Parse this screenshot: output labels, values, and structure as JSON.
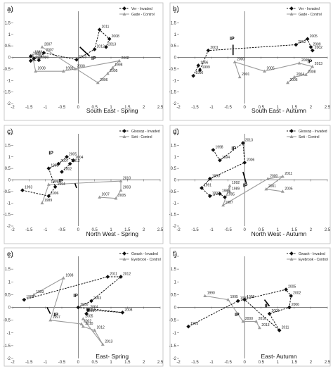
{
  "colors": {
    "invaded": "#111111",
    "control": "#9a9a9a",
    "frame": "#bbbbbb",
    "axis": "#555555"
  },
  "chart_data": [
    {
      "type": "scatter",
      "panel": "a)",
      "caption": "South East - Spring",
      "xlim": [
        -2,
        2.5
      ],
      "ylim": [
        -2,
        2
      ],
      "xticks": [
        "-2",
        "-1.5",
        "-1",
        "-0.5",
        "0",
        "0.5",
        "1",
        "1.5",
        "2",
        "2.5"
      ],
      "yticks": [
        "2",
        "1.5",
        "1",
        "0.5",
        "0",
        "-0.5",
        "-1",
        "-1.5",
        "-2"
      ],
      "series": [
        {
          "name": "Ver - Invaded",
          "style": "invaded",
          "points": [
            {
              "year": "1989",
              "x": -1.45,
              "y": 0.05
            },
            {
              "year": "1991",
              "x": -1.35,
              "y": -0.05
            },
            {
              "year": "1998",
              "x": -1.45,
              "y": -0.15
            },
            {
              "year": "1990",
              "x": -1.2,
              "y": -0.12
            },
            {
              "year": "2007",
              "x": -1.05,
              "y": 0.2
            },
            {
              "year": "2003",
              "x": -0.05,
              "y": -0.1
            },
            {
              "year": "2012",
              "x": 0.5,
              "y": 0.35
            },
            {
              "year": "2011",
              "x": 0.65,
              "y": 1.2
            },
            {
              "year": "2008",
              "x": 0.95,
              "y": 0.8
            },
            {
              "year": "2013",
              "x": 0.85,
              "y": 0.45
            }
          ]
        },
        {
          "name": "Gade - Control",
          "style": "control",
          "points": [
            {
              "year": "1989",
              "x": -1.4,
              "y": 0.1
            },
            {
              "year": "2008",
              "x": -1.3,
              "y": -0.6
            },
            {
              "year": "1999",
              "x": -0.45,
              "y": -0.6
            },
            {
              "year": "2000",
              "x": -0.1,
              "y": -0.5
            },
            {
              "year": "2002",
              "x": 1.25,
              "y": -0.15
            },
            {
              "year": "1998",
              "x": 1.05,
              "y": -0.45
            },
            {
              "year": "2005",
              "x": 0.9,
              "y": -0.7
            },
            {
              "year": "2006",
              "x": 0.6,
              "y": -1.1
            },
            {
              "year": "2007",
              "x": -1.1,
              "y": 0.45
            }
          ]
        }
      ],
      "ip": [
        {
          "text": "IP",
          "x": 0.4,
          "y": -0.1
        }
      ],
      "ip_bar": [
        0.05,
        0.45,
        0.35,
        0.05
      ]
    },
    {
      "type": "scatter",
      "panel": "b)",
      "caption": "South East - Autumn",
      "xlim": [
        -2,
        2.5
      ],
      "ylim": [
        -2,
        2
      ],
      "xticks": [
        "-2",
        "-1.5",
        "-1",
        "-0.5",
        "0",
        "0.5",
        "1",
        "1.5",
        "2",
        "2.5"
      ],
      "yticks": [
        "2",
        "1.5",
        "1",
        "0.5",
        "0",
        "-0.5",
        "-1",
        "-1.5",
        "-2"
      ],
      "series": [
        {
          "name": "Ver - Invaded",
          "style": "invaded",
          "points": [
            {
              "year": "1990",
              "x": -1.55,
              "y": -0.8
            },
            {
              "year": "1996",
              "x": -1.4,
              "y": -0.35
            },
            {
              "year": "1999",
              "x": -1.35,
              "y": -0.55
            },
            {
              "year": "2001",
              "x": -1.1,
              "y": 0.3
            },
            {
              "year": "2012",
              "x": 1.55,
              "y": 0.55
            },
            {
              "year": "2005",
              "x": 1.9,
              "y": 0.8
            },
            {
              "year": "2009",
              "x": 2.0,
              "y": 0.45
            },
            {
              "year": "2002",
              "x": 2.05,
              "y": 0.3
            }
          ]
        },
        {
          "name": "Gade - Control",
          "style": "control",
          "points": [
            {
              "year": "2001",
              "x": -0.15,
              "y": -0.85
            },
            {
              "year": "2000",
              "x": -0.3,
              "y": -0.2
            },
            {
              "year": "2005",
              "x": 0.6,
              "y": -0.6
            },
            {
              "year": "2009",
              "x": 1.65,
              "y": -0.25
            },
            {
              "year": "2013",
              "x": 2.05,
              "y": -0.4
            },
            {
              "year": "2008",
              "x": 1.85,
              "y": -0.75
            },
            {
              "year": "2004",
              "x": 1.5,
              "y": -0.85
            },
            {
              "year": "2006",
              "x": 1.3,
              "y": -1.1
            }
          ]
        }
      ],
      "ip": [
        {
          "text": "IP",
          "x": -0.45,
          "y": 0.75
        },
        {
          "text": "IP",
          "x": 1.9,
          "y": -0.25
        }
      ],
      "ip_bar": [
        -0.35,
        0.55,
        -0.35,
        0.1
      ]
    },
    {
      "type": "scatter",
      "panel": "c)",
      "caption": "North West - Spring",
      "xlim": [
        -2,
        2.5
      ],
      "ylim": [
        -2,
        2
      ],
      "xticks": [
        "-2",
        "-1.5",
        "-1",
        "-0.5",
        "0",
        "0.5",
        "1",
        "1.5",
        "2",
        "2.5"
      ],
      "yticks": [
        "2",
        "1.5",
        "1",
        "0.5",
        "0",
        "-0.5",
        "-1",
        "-1.5",
        "-2"
      ],
      "series": [
        {
          "name": "Glossop - Invaded",
          "style": "invaded",
          "points": [
            {
              "year": "1993",
              "x": -1.7,
              "y": -0.45
            },
            {
              "year": "1996",
              "x": -0.9,
              "y": -0.7
            },
            {
              "year": "1994",
              "x": -0.7,
              "y": -0.3
            },
            {
              "year": "1998",
              "x": -0.9,
              "y": 0.5
            },
            {
              "year": "2007",
              "x": -0.6,
              "y": 0.7
            },
            {
              "year": "2005",
              "x": -0.35,
              "y": 1.0
            },
            {
              "year": "2004",
              "x": -0.15,
              "y": 0.85
            },
            {
              "year": "2012",
              "x": -0.25,
              "y": 0.7
            },
            {
              "year": "2002",
              "x": -0.5,
              "y": 0.35
            }
          ]
        },
        {
          "name": "Sett - Control",
          "style": "control",
          "points": [
            {
              "year": "1989",
              "x": -1.1,
              "y": -1.0
            },
            {
              "year": "1999",
              "x": -0.9,
              "y": -0.2
            },
            {
              "year": "2010",
              "x": 1.3,
              "y": -0.05
            },
            {
              "year": "2003",
              "x": 1.3,
              "y": -0.45
            },
            {
              "year": "2005",
              "x": 1.15,
              "y": -0.8
            },
            {
              "year": "2007",
              "x": 0.65,
              "y": -0.75
            }
          ]
        }
      ],
      "ip": [
        {
          "text": "IP",
          "x": -0.9,
          "y": 1.1
        },
        {
          "text": "IP",
          "x": -0.6,
          "y": -0.1
        }
      ],
      "ip_bar": [
        -0.05,
        -0.35,
        -0.1,
        -0.15
      ]
    },
    {
      "type": "scatter",
      "panel": "d)",
      "caption": "North West - Autumn",
      "xlim": [
        -2,
        2.5
      ],
      "ylim": [
        -2,
        2
      ],
      "xticks": [
        "-2",
        "-1.5",
        "-1",
        "-0.5",
        "0",
        "0.5",
        "1",
        "1.5",
        "2",
        "2.5"
      ],
      "yticks": [
        "2",
        "1.5",
        "1",
        "0.5",
        "0",
        "-0.5",
        "-1",
        "-1.5",
        "-2"
      ],
      "series": [
        {
          "name": "Glossop - Invaded",
          "style": "invaded",
          "points": [
            {
              "year": "1998",
              "x": -0.95,
              "y": 1.3
            },
            {
              "year": "1994",
              "x": -0.75,
              "y": 0.85
            },
            {
              "year": "2013",
              "x": -0.05,
              "y": 1.6
            },
            {
              "year": "2006",
              "x": 0.0,
              "y": 0.75
            },
            {
              "year": "1990",
              "x": -1.05,
              "y": 0.05
            },
            {
              "year": "1991",
              "x": -1.3,
              "y": -0.35
            },
            {
              "year": "1992",
              "x": -1.05,
              "y": -0.7
            },
            {
              "year": "1986",
              "x": -0.75,
              "y": -0.6
            },
            {
              "year": "1995",
              "x": -0.6,
              "y": -0.75
            }
          ]
        },
        {
          "name": "Sett - Control",
          "style": "control",
          "points": [
            {
              "year": "1989",
              "x": -0.45,
              "y": -0.5
            },
            {
              "year": "1992",
              "x": -0.45,
              "y": -0.25
            },
            {
              "year": "1987",
              "x": -0.65,
              "y": -1.1
            },
            {
              "year": "2000",
              "x": 0.7,
              "y": 0.05
            },
            {
              "year": "2011",
              "x": 1.15,
              "y": 0.15
            },
            {
              "year": "2001",
              "x": 0.65,
              "y": -0.4
            },
            {
              "year": "2005",
              "x": 1.15,
              "y": -0.5
            }
          ]
        }
      ],
      "ip": [
        {
          "text": "IP",
          "x": -0.4,
          "y": 1.3
        },
        {
          "text": "IP",
          "x": -0.05,
          "y": -0.3
        }
      ],
      "ip_bar": [
        -0.05,
        0.35,
        0.05,
        -0.15
      ]
    },
    {
      "type": "scatter",
      "panel": "e)",
      "caption": "East- Spring",
      "xlim": [
        -2,
        2.5
      ],
      "ylim": [
        -2,
        2
      ],
      "xticks": [
        "-2",
        "-1.5",
        "-1",
        "-0.5",
        "0",
        "0.5",
        "1",
        "1.5",
        "2",
        "2.5"
      ],
      "yticks": [
        "2",
        "1.5",
        "1",
        "0.5",
        "0",
        "-0.5",
        "-1",
        "-1.5",
        "-2"
      ],
      "series": [
        {
          "name": "Gwash - Invaded",
          "style": "invaded",
          "points": [
            {
              "year": "1989",
              "x": -1.65,
              "y": 0.3
            },
            {
              "year": "2011",
              "x": 0.9,
              "y": 1.2
            },
            {
              "year": "2012",
              "x": 1.3,
              "y": 1.2
            },
            {
              "year": "2003",
              "x": 0.4,
              "y": 0.25
            },
            {
              "year": "2000",
              "x": 0.0,
              "y": 0.0
            },
            {
              "year": "2008",
              "x": 1.35,
              "y": -0.2
            },
            {
              "year": "2004",
              "x": 0.3,
              "y": -0.1
            },
            {
              "year": "2007",
              "x": 0.25,
              "y": -0.25
            }
          ]
        },
        {
          "name": "Eyebrook - Control",
          "style": "control",
          "points": [
            {
              "year": "1993",
              "x": -1.35,
              "y": 0.5
            },
            {
              "year": "1998",
              "x": -0.45,
              "y": 1.15
            },
            {
              "year": "1997",
              "x": -0.85,
              "y": -0.5
            },
            {
              "year": "2002",
              "x": 0.1,
              "y": -0.65
            },
            {
              "year": "2010",
              "x": 0.15,
              "y": -0.75
            },
            {
              "year": "2012",
              "x": 0.5,
              "y": -0.9
            },
            {
              "year": "2013",
              "x": 0.75,
              "y": -1.45
            },
            {
              "year": "2005",
              "x": 0.15,
              "y": -0.45
            }
          ]
        }
      ],
      "ip": [
        {
          "text": "IP",
          "x": -0.15,
          "y": 0.4
        },
        {
          "text": "IP",
          "x": -0.75,
          "y": -0.35
        }
      ],
      "ip_bar": [
        -0.95,
        0.0,
        -0.85,
        -0.25
      ]
    },
    {
      "type": "scatter",
      "panel": "f)",
      "caption": "East- Autumn",
      "xlim": [
        -2,
        2.5
      ],
      "ylim": [
        -2,
        2
      ],
      "xticks": [
        "-2",
        "-1.5",
        "-1",
        "-0.5",
        "0",
        "0.5",
        "1",
        "1.5",
        "2",
        "2.5"
      ],
      "yticks": [
        "2",
        "1.5",
        "1",
        "0.5",
        "0",
        "-0.5",
        "-1",
        "-1.5",
        "-2"
      ],
      "series": [
        {
          "name": "Gwash - Invaded",
          "style": "invaded",
          "points": [
            {
              "year": "1993",
              "x": -1.7,
              "y": -0.75
            },
            {
              "year": "1997",
              "x": -0.2,
              "y": 0.25
            },
            {
              "year": "2005",
              "x": 1.25,
              "y": 0.7
            },
            {
              "year": "2002",
              "x": 1.4,
              "y": 0.45
            },
            {
              "year": "2006",
              "x": 1.35,
              "y": 0.0
            },
            {
              "year": "2000",
              "x": 0.75,
              "y": -0.25
            },
            {
              "year": "2011",
              "x": 1.05,
              "y": -0.9
            },
            {
              "year": "1998",
              "x": 0.0,
              "y": 0.3
            }
          ]
        },
        {
          "name": "Eyebrook - Control",
          "style": "control",
          "points": [
            {
              "year": "1990",
              "x": -1.2,
              "y": 0.45
            },
            {
              "year": "1995",
              "x": -0.5,
              "y": 0.3
            },
            {
              "year": "2000",
              "x": -0.05,
              "y": -0.55
            },
            {
              "year": "2010",
              "x": 0.35,
              "y": -0.55
            },
            {
              "year": "2013",
              "x": 0.45,
              "y": -0.8
            }
          ]
        }
      ],
      "ip": [
        {
          "text": "IP",
          "x": -0.3,
          "y": -0.35
        },
        {
          "text": "IP",
          "x": 0.6,
          "y": 0.0
        }
      ],
      "ip_bar": [
        0.6,
        0.3,
        0.75,
        0.05
      ]
    }
  ]
}
